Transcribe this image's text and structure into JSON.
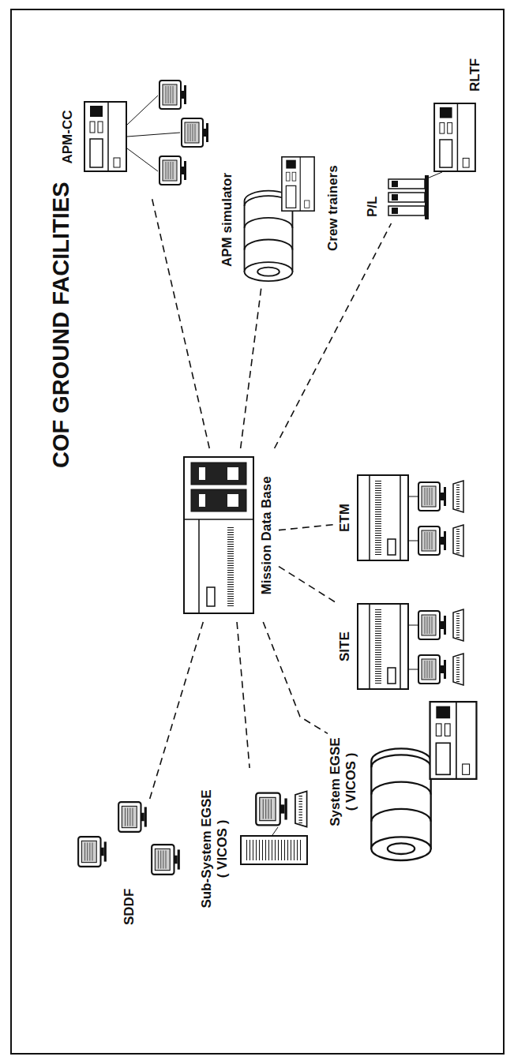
{
  "diagram": {
    "title": "COF GROUND FACILITIES",
    "nodes": [
      {
        "text": [
          "APM-CC"
        ]
      },
      {
        "text": [
          "APM simulator"
        ]
      },
      {
        "text": [
          "P/L"
        ]
      },
      {
        "text": [
          "Mission Data Base"
        ]
      },
      {
        "text": [
          "ETM"
        ]
      },
      {
        "text": [
          "SITE"
        ]
      },
      {
        "text": [
          "System EGSE ( VICOS )"
        ]
      },
      {
        "text": [
          "Sub-System EGSE ( VICOS )"
        ]
      },
      {
        "text": [
          "SDDF"
        ]
      }
    ],
    "edges": [
      {
        "from": 3,
        "to": 0,
        "arrow": "none"
      },
      {
        "from": 3,
        "to": 1,
        "arrow": "none"
      },
      {
        "from": 3,
        "to": 2,
        "arrow": "none"
      },
      {
        "from": 3,
        "to": 4,
        "arrow": "none"
      },
      {
        "from": 3,
        "to": 5,
        "arrow": "none"
      },
      {
        "from": 3,
        "to": 6,
        "arrow": "none"
      },
      {
        "from": 3,
        "to": 7,
        "arrow": "none"
      },
      {
        "from": 3,
        "to": 8,
        "arrow": "none"
      }
    ],
    "labels": [
      "Crew trainers",
      "RLTF"
    ]
  }
}
